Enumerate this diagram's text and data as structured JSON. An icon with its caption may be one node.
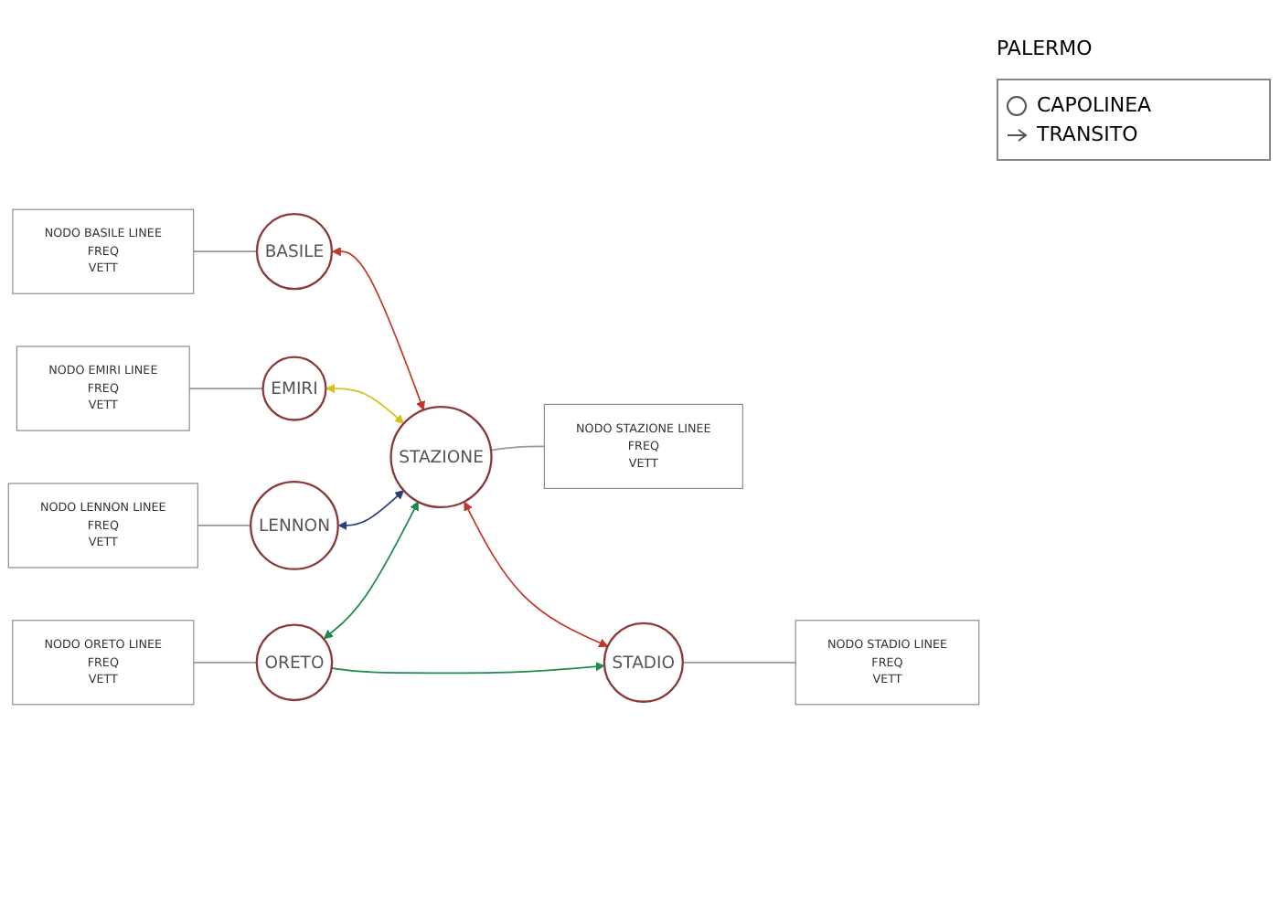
{
  "diagram": {
    "nodes": [
      {
        "text": [
          "NODO BASILE LINEE",
          "FREQ",
          "VETT"
        ]
      },
      {
        "text": [
          "NODO EMIRI LINEE",
          "FREQ",
          "VETT"
        ]
      },
      {
        "text": [
          "NODO LENNON LINEE",
          "FREQ",
          "VETT"
        ]
      },
      {
        "text": [
          "NODO ORETO LINEE",
          "FREQ",
          "VETT"
        ]
      },
      {
        "text": [
          "NODO STADIO LINEE",
          "FREQ",
          "VETT"
        ]
      },
      {
        "text": [
          "NODO STAZIONE LINEE",
          "FREQ",
          "VETT"
        ]
      },
      {
        "text": [
          "BASILE"
        ]
      },
      {
        "text": [
          "EMIRI"
        ]
      },
      {
        "text": [
          "LENNON"
        ]
      },
      {
        "text": [
          "STADIO"
        ]
      },
      {
        "text": [
          "STAZIONE"
        ]
      },
      {
        "text": [
          "ORETO"
        ]
      }
    ],
    "edges": [
      {
        "from": 0,
        "to": 6,
        "arrow": "none",
        "color": "#999999"
      },
      {
        "from": 1,
        "to": 7,
        "arrow": "none",
        "color": "#999999"
      },
      {
        "from": 2,
        "to": 8,
        "arrow": "none",
        "color": "#999999"
      },
      {
        "from": 3,
        "to": 11,
        "arrow": "none",
        "color": "#999999"
      },
      {
        "from": 9,
        "to": 4,
        "arrow": "none",
        "color": "#999999"
      },
      {
        "from": 10,
        "to": 5,
        "arrow": "none",
        "color": "#999999"
      },
      {
        "from": 6,
        "to": 10,
        "arrow": "both",
        "color": "#c0392b"
      },
      {
        "from": 7,
        "to": 10,
        "arrow": "both",
        "color": "#d4c21a"
      },
      {
        "from": 8,
        "to": 10,
        "arrow": "both",
        "color": "#2c3e7a"
      },
      {
        "from": 10,
        "to": 9,
        "arrow": "both",
        "color": "#c0392b"
      },
      {
        "from": 11,
        "to": 10,
        "arrow": "both",
        "color": "#1e8a4c"
      },
      {
        "from": 11,
        "to": 9,
        "arrow": "to",
        "color": "#1e8a4c"
      }
    ],
    "labels": [
      "PALERMO"
    ],
    "legend": [
      {
        "text": "CAPOLINEA"
      },
      {
        "text": "TRANSITO"
      }
    ]
  }
}
